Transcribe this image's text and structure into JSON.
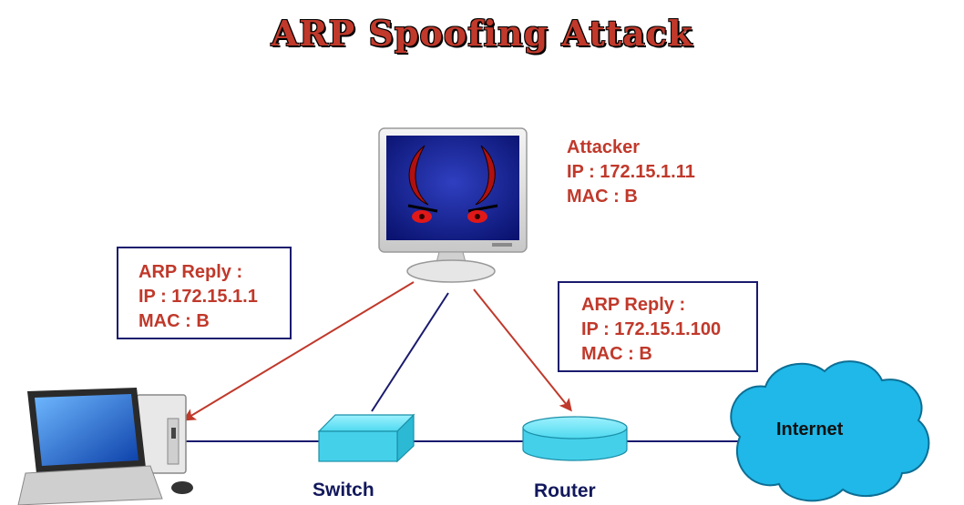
{
  "title": "ARP Spoofing Attack",
  "attacker": {
    "name": "Attacker",
    "ip": "IP : 172.15.1.11",
    "mac": "MAC : B"
  },
  "reply_left": {
    "heading": "ARP Reply :",
    "ip": "IP : 172.15.1.1",
    "mac": "MAC : B"
  },
  "reply_right": {
    "heading": "ARP Reply :",
    "ip": "IP : 172.15.1.100",
    "mac": "MAC : B"
  },
  "devices": {
    "switch": "Switch",
    "router": "Router",
    "internet": "Internet"
  },
  "colors": {
    "label_red": "#c0392b",
    "link_navy": "#1a1a6e",
    "arrow_red": "#c0392b",
    "cyan": "#3fd0e8",
    "cloud": "#1fb8e8"
  }
}
